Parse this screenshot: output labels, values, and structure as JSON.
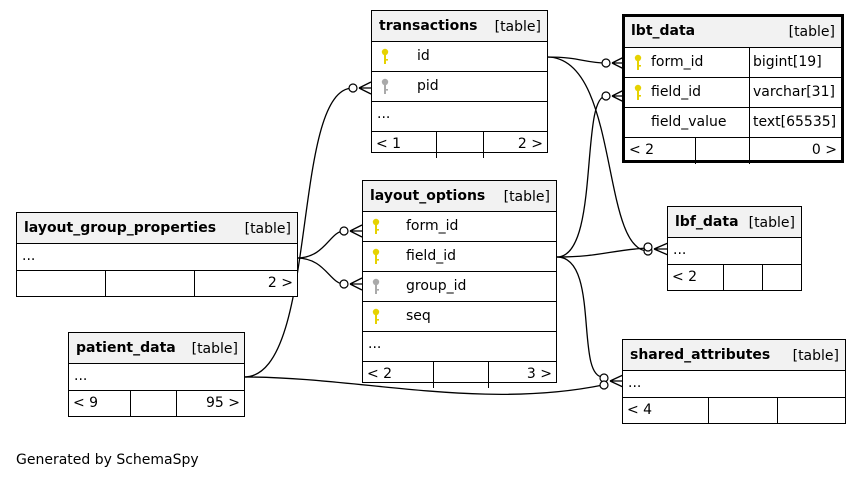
{
  "tables": {
    "transactions": {
      "name": "transactions",
      "type": "[table]",
      "columns": [
        "id",
        "pid"
      ],
      "more": "...",
      "nav_left": "< 1",
      "nav_right": "2 >"
    },
    "lbt_data": {
      "name": "lbt_data",
      "type": "[table]",
      "columns": [
        {
          "name": "form_id",
          "dtype": "bigint[19]"
        },
        {
          "name": "field_id",
          "dtype": "varchar[31]"
        },
        {
          "name": "field_value",
          "dtype": "text[65535]"
        }
      ],
      "nav_left": "< 2",
      "nav_right": "0 >"
    },
    "layout_options": {
      "name": "layout_options",
      "type": "[table]",
      "columns": [
        "form_id",
        "field_id",
        "group_id",
        "seq"
      ],
      "more": "...",
      "nav_left": "< 2",
      "nav_right": "3 >"
    },
    "lbf_data": {
      "name": "lbf_data",
      "type": "[table]",
      "more": "...",
      "nav_left": "< 2"
    },
    "layout_group_properties": {
      "name": "layout_group_properties",
      "type": "[table]",
      "more": "...",
      "nav_right": "2 >"
    },
    "patient_data": {
      "name": "patient_data",
      "type": "[table]",
      "more": "...",
      "nav_left": "< 9",
      "nav_right": "95 >"
    },
    "shared_attributes": {
      "name": "shared_attributes",
      "type": "[table]",
      "more": "...",
      "nav_left": "< 4"
    }
  },
  "colors": {
    "primary_key": "#e6d200",
    "foreign_key": "#aaaaaa",
    "header_bg": "#f2f2f2"
  },
  "footer": "Generated by SchemaSpy"
}
